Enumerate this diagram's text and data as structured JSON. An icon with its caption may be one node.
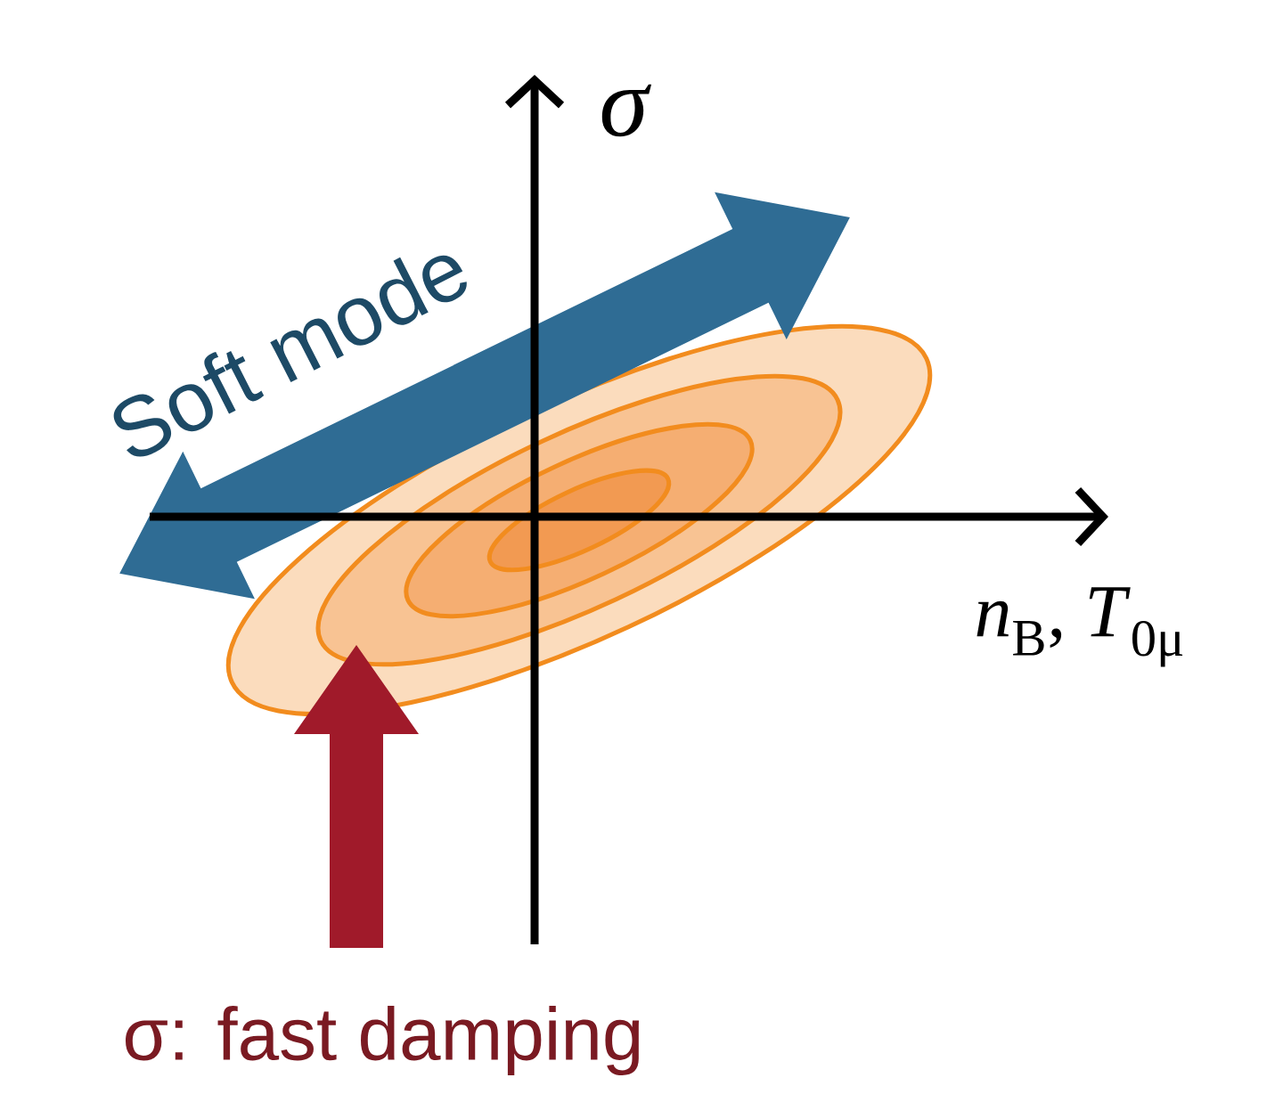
{
  "diagram": {
    "labels": [
      "σ",
      "*n*$_{B}$, *T*$_{0μ}$",
      "Soft mode",
      "σ: fast damping"
    ]
  }
}
